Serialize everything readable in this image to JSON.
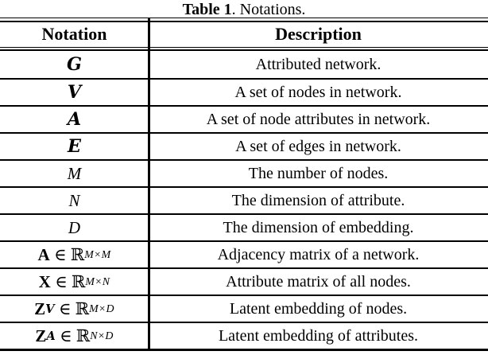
{
  "title": {
    "label": "Table 1",
    "rest": ". Notations."
  },
  "table": {
    "headers": {
      "notation": "Notation",
      "description": "Description"
    },
    "rows": [
      {
        "notation": [
          {
            "s": "cal",
            "v": "G"
          }
        ],
        "description": "Attributed network."
      },
      {
        "notation": [
          {
            "s": "cal",
            "v": "V"
          }
        ],
        "description": "A set of nodes in network."
      },
      {
        "notation": [
          {
            "s": "cal",
            "v": "A"
          }
        ],
        "description": "A set of node attributes in network."
      },
      {
        "notation": [
          {
            "s": "cal",
            "v": "E"
          }
        ],
        "description": "A set of edges in network."
      },
      {
        "notation": [
          {
            "s": "it",
            "v": "M"
          }
        ],
        "description": "The number of nodes."
      },
      {
        "notation": [
          {
            "s": "it",
            "v": "N"
          }
        ],
        "description": "The dimension of attribute."
      },
      {
        "notation": [
          {
            "s": "it",
            "v": "D"
          }
        ],
        "description": "The dimension of embedding."
      },
      {
        "notation": [
          {
            "s": "bf",
            "v": "A"
          },
          {
            "s": "rm",
            "v": " ∈ "
          },
          {
            "s": "bb",
            "v": "ℝ"
          },
          {
            "s": "sup",
            "v": "M×M"
          }
        ],
        "description": "Adjacency matrix of a network."
      },
      {
        "notation": [
          {
            "s": "bf",
            "v": "X"
          },
          {
            "s": "rm",
            "v": " ∈ "
          },
          {
            "s": "bb",
            "v": "ℝ"
          },
          {
            "s": "sup",
            "v": "M×N"
          }
        ],
        "description": "Attribute matrix of all nodes."
      },
      {
        "notation": [
          {
            "s": "bf",
            "v": "Z"
          },
          {
            "s": "supcal",
            "v": "V"
          },
          {
            "s": "rm",
            "v": " ∈ "
          },
          {
            "s": "bb",
            "v": "ℝ"
          },
          {
            "s": "sup",
            "v": "M×D"
          }
        ],
        "description": "Latent embedding of nodes."
      },
      {
        "notation": [
          {
            "s": "bf",
            "v": "Z"
          },
          {
            "s": "supcal",
            "v": "A"
          },
          {
            "s": "rm",
            "v": " ∈ "
          },
          {
            "s": "bb",
            "v": "ℝ"
          },
          {
            "s": "sup",
            "v": "N×D"
          }
        ],
        "description": "Latent embedding of attributes."
      }
    ]
  },
  "colors": {
    "ink": "#000000",
    "background": "#ffffff"
  }
}
